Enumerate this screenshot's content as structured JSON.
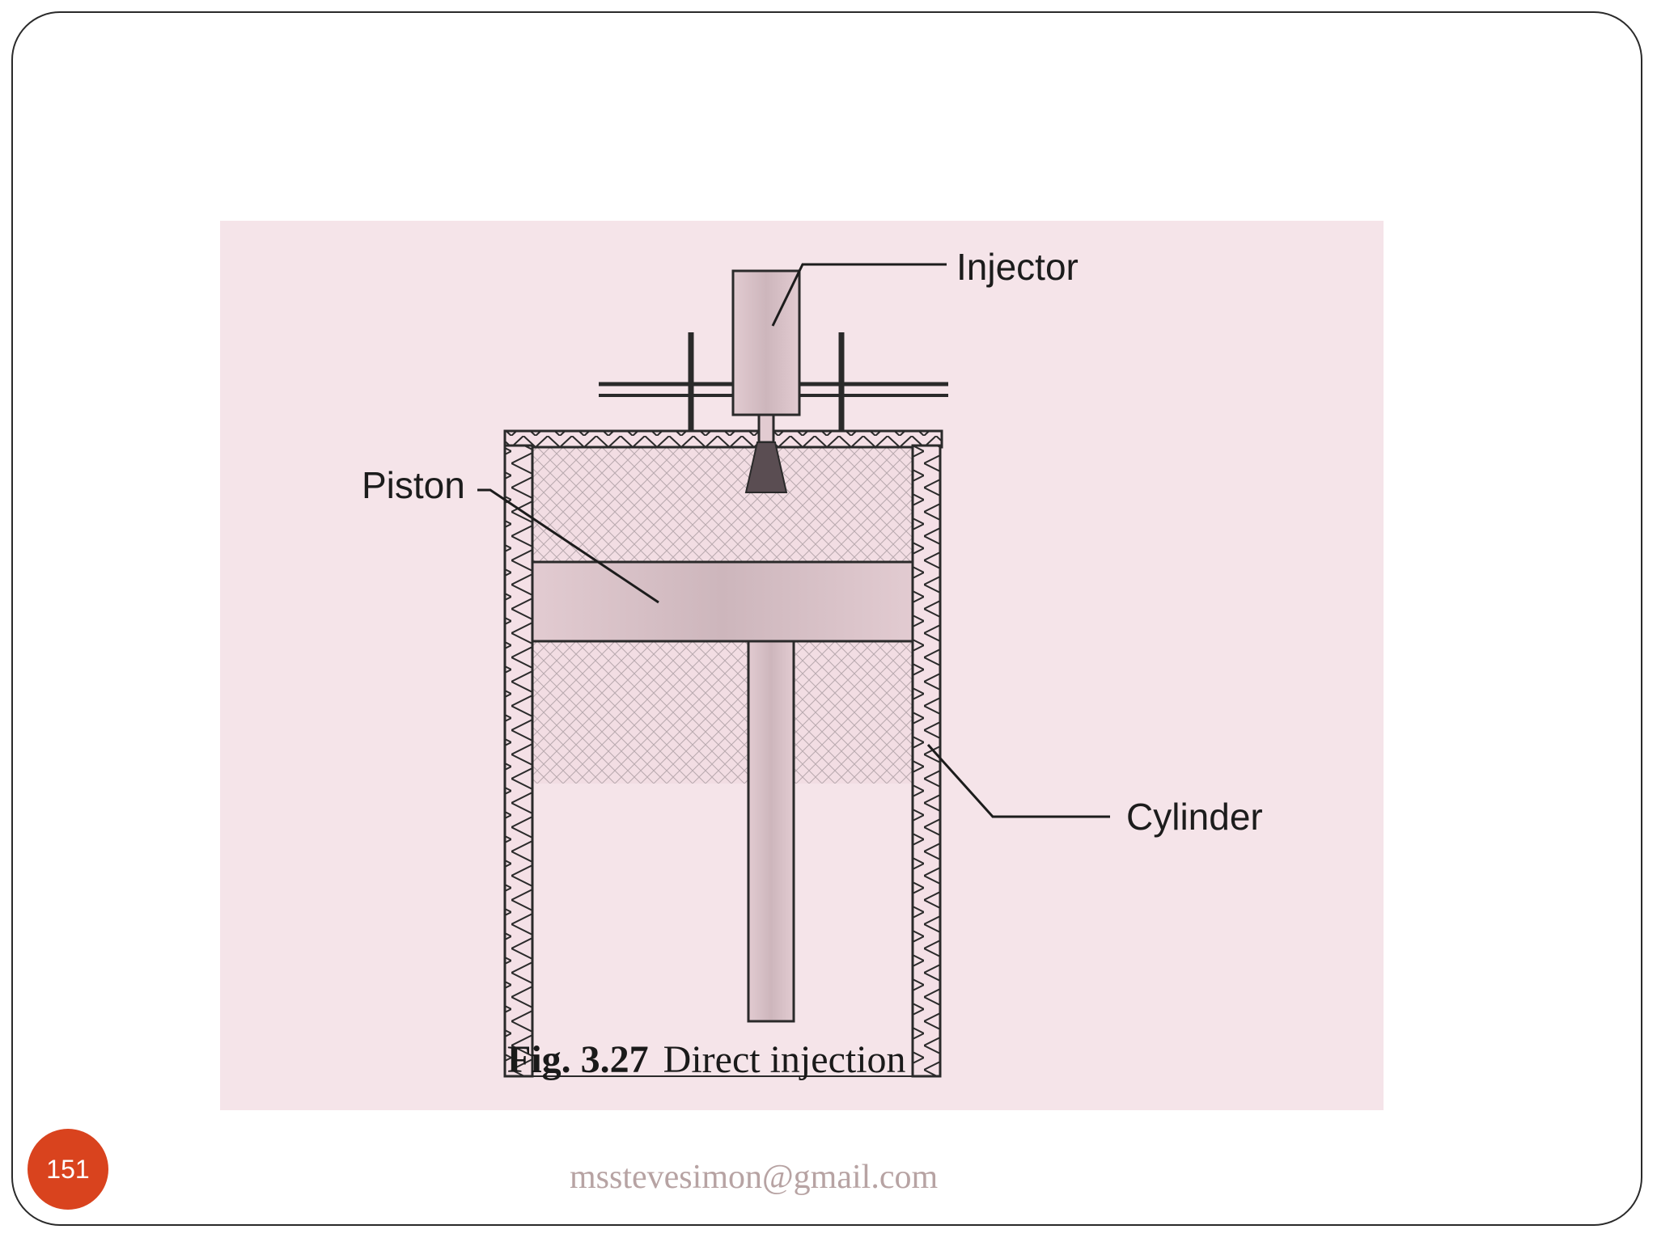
{
  "figure": {
    "labels": {
      "injector": "Injector",
      "piston": "Piston",
      "cylinder": "Cylinder"
    },
    "caption": {
      "number": "Fig. 3.27",
      "title": "Direct injection"
    }
  },
  "footer": {
    "slide_number": "151",
    "email": "msstevesimon@gmail.com"
  },
  "colors": {
    "slide_number_bg": "#d9431e",
    "scan_bg": "#f5e4e9"
  }
}
